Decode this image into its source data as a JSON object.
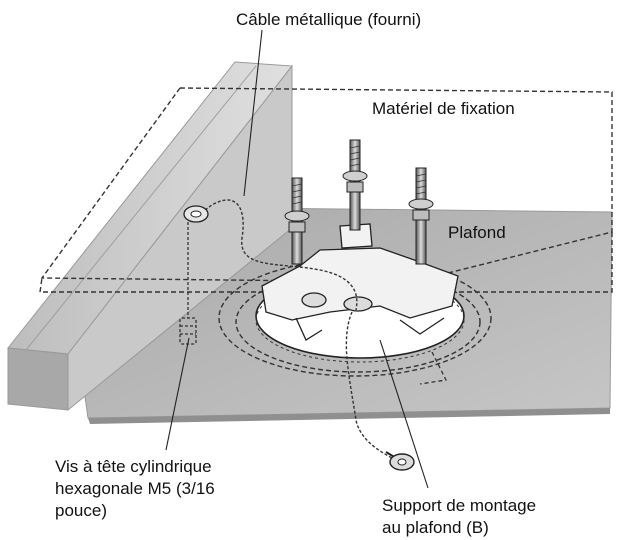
{
  "labels": {
    "cable": "Câble métallique (fourni)",
    "fixing": "Matériel de fixation",
    "ceiling": "Plafond",
    "screw_line1": "Vis à tête cylindrique",
    "screw_line2": "hexagonale M5 (3/16",
    "screw_line3": "pouce)",
    "bracket_line1": "Support de montage",
    "bracket_line2": "au plafond (B)"
  },
  "colors": {
    "ceiling_panel": "#b4b4b4",
    "beam": "#c8c8c8",
    "line": "#222222"
  }
}
